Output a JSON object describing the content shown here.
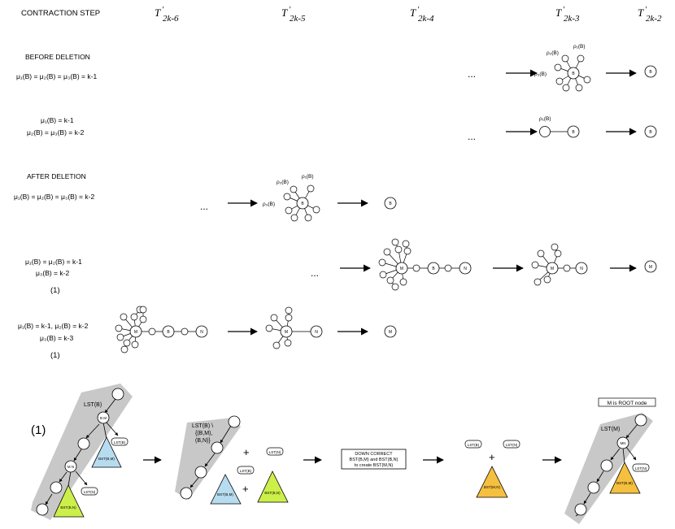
{
  "header": {
    "step_label": "CONTRACTION STEP",
    "columns": [
      {
        "main": "T",
        "prime": "′",
        "sub": "2k-6"
      },
      {
        "main": "T",
        "prime": "′",
        "sub": "2k-5"
      },
      {
        "main": "T",
        "prime": "′",
        "sub": "2k-4"
      },
      {
        "main": "T",
        "prime": "′",
        "sub": "2k-3"
      },
      {
        "main": "T",
        "prime": "′",
        "sub": "2k-2"
      }
    ]
  },
  "sections": {
    "before": "BEFORE DELETION",
    "after": "AFTER DELETION"
  },
  "conditions": {
    "row1": "μ₁(B) = μ₂(B) = μ₃(B) = k-1",
    "row2a": "μ₁(B) = k-1",
    "row2b": "μ₂(B) = μ₃(B) = k-2",
    "row3": "μ₁(B) = μ₂(B) = μ₃(B) = k-2",
    "row4a": "μ₁(B) = μ₂(B) = k-1",
    "row4b": "μ₃(B) = k-2",
    "row4c": "(1)",
    "row5a": "μ₁(B) = k-1, μ₂(B) = k-2",
    "row5b": "μ₃(B) = k-3",
    "row5c": "(1)"
  },
  "ellipsis": "...",
  "node_labels": {
    "B": "B",
    "M": "M",
    "N": "N",
    "p1": "ρ₁(B)",
    "p2": "ρ₂(B)",
    "p3": "ρ₃(B)"
  },
  "bottom": {
    "marker": "(1)",
    "lst_b": "LST(B)",
    "bm": "B M",
    "mn": "M N",
    "lst_b_small": "LST(B)",
    "lst_n_small": "LST(N)",
    "bst_bm": "BST(B,M)",
    "bst_bn": "BST(B,N)",
    "lst_minus_1": "LST(B) \\",
    "lst_minus_2": "{(B,M),",
    "lst_minus_3": "(B,N)}",
    "plus": "+",
    "down_1": "DOWN CORRECT",
    "down_2": "BST(B,M) and BST(B,N)",
    "down_3": "to create BST(M,N)",
    "bst_mn": "BST(M,N)",
    "root_note": "M is ROOT node",
    "lst_m": "LST(M)",
    "mn_node": "MN",
    "bst_bm_final": "BST(B,M)",
    "lst_n_final": "LST(N)"
  },
  "colors": {
    "blue_triangle": "#b7dcef",
    "green_triangle": "#cdef4a",
    "orange_triangle": "#f5c03f",
    "band": "#c8c8c8"
  }
}
